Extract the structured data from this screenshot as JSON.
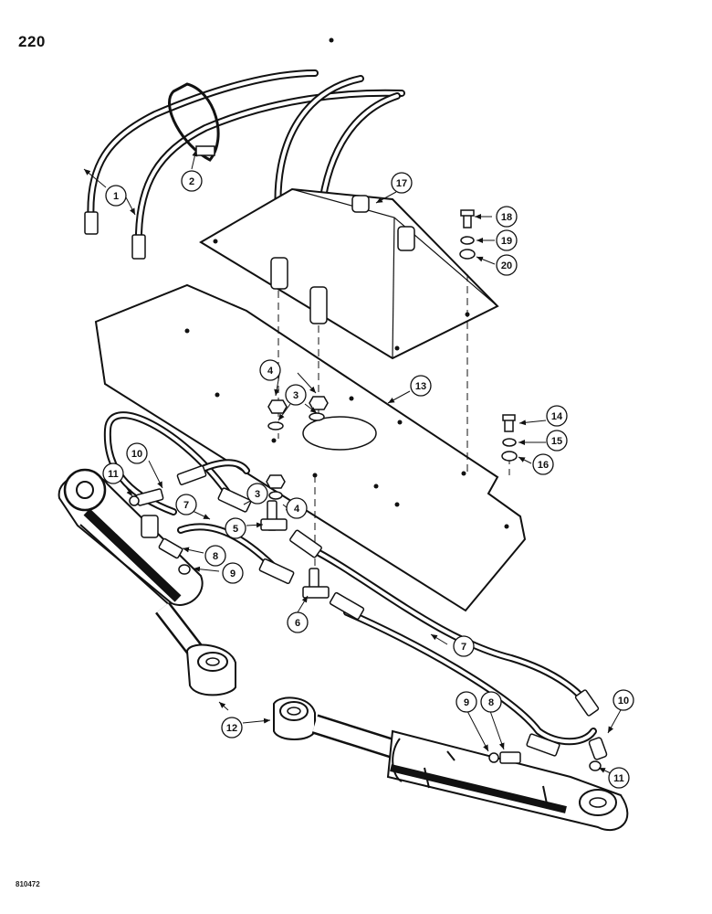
{
  "page": {
    "number": "220",
    "figure_code": "810472"
  },
  "callouts": [
    {
      "id": "c1",
      "label": "1"
    },
    {
      "id": "c2",
      "label": "2"
    },
    {
      "id": "c3a",
      "label": "3"
    },
    {
      "id": "c3b",
      "label": "3"
    },
    {
      "id": "c4a",
      "label": "4"
    },
    {
      "id": "c4b",
      "label": "4"
    },
    {
      "id": "c5",
      "label": "5"
    },
    {
      "id": "c6",
      "label": "6"
    },
    {
      "id": "c7a",
      "label": "7"
    },
    {
      "id": "c7b",
      "label": "7"
    },
    {
      "id": "c8a",
      "label": "8"
    },
    {
      "id": "c8b",
      "label": "8"
    },
    {
      "id": "c9a",
      "label": "9"
    },
    {
      "id": "c9b",
      "label": "9"
    },
    {
      "id": "c10a",
      "label": "10"
    },
    {
      "id": "c10b",
      "label": "10"
    },
    {
      "id": "c11a",
      "label": "11"
    },
    {
      "id": "c11b",
      "label": "11"
    },
    {
      "id": "c12",
      "label": "12"
    },
    {
      "id": "c13",
      "label": "13"
    },
    {
      "id": "c14",
      "label": "14"
    },
    {
      "id": "c15",
      "label": "15"
    },
    {
      "id": "c16",
      "label": "16"
    },
    {
      "id": "c17",
      "label": "17"
    },
    {
      "id": "c18",
      "label": "18"
    },
    {
      "id": "c19",
      "label": "19"
    },
    {
      "id": "c20",
      "label": "20"
    }
  ]
}
